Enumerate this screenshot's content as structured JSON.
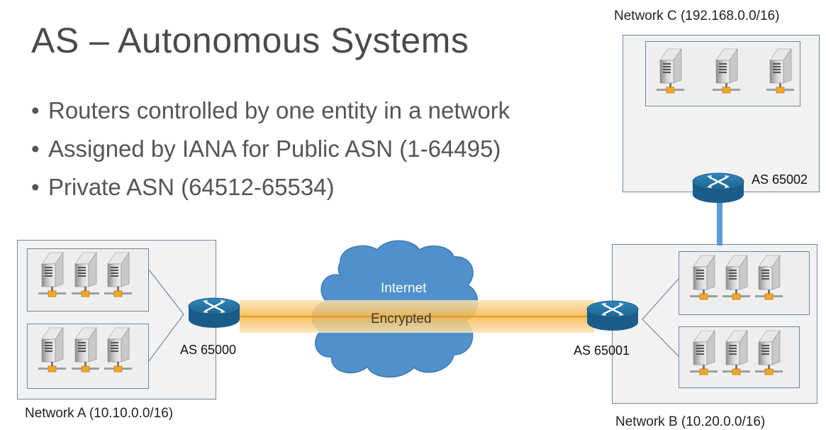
{
  "slide": {
    "title": "AS – Autonomous Systems",
    "bullets": [
      "Routers controlled by one entity in a network",
      "Assigned by IANA for Public ASN (1-64495)",
      "Private ASN (64512-65534)"
    ]
  },
  "diagram": {
    "network_a": {
      "label": "Network A (10.10.0.0/16)",
      "as_label": "AS 65000"
    },
    "network_b": {
      "label": "Network B (10.20.0.0/16)",
      "as_label": "AS 65001"
    },
    "network_c": {
      "label": "Network C (192.168.0.0/16)",
      "as_label": "AS 65002"
    },
    "internet_label": "Internet",
    "tunnel_label": "Encrypted"
  },
  "colors": {
    "cloud": "#4f90cd",
    "router": "#2d7fb0",
    "tunnel": "#f7c873",
    "box_border": "#6f86a0",
    "link": "#5b9bd5"
  },
  "icons": [
    "server-icon",
    "router-icon",
    "cloud-icon"
  ]
}
